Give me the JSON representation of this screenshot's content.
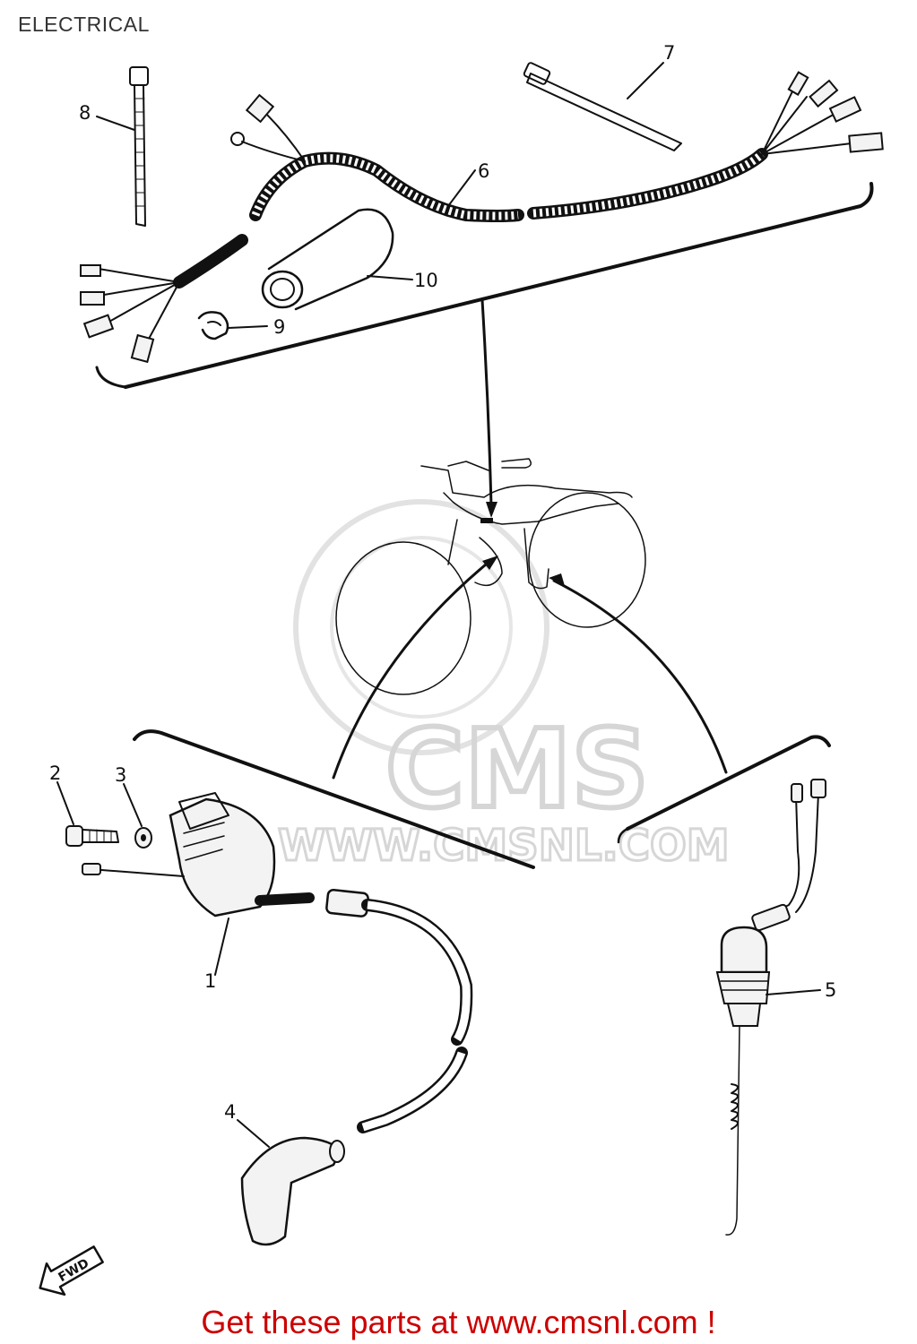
{
  "page": {
    "title": "ELECTRICAL",
    "footer_link_text": "Get these parts at www.cmsnl.com !"
  },
  "watermark": {
    "brand": "CMS",
    "url": "WWW.CMSNL.COM"
  },
  "callouts": [
    "1",
    "2",
    "3",
    "4",
    "5",
    "6",
    "7",
    "8",
    "9",
    "10"
  ],
  "direction_marker": "FWD",
  "colors": {
    "ink": "#111111",
    "link": "#cc0000",
    "watermark": "#d6d6d6"
  }
}
